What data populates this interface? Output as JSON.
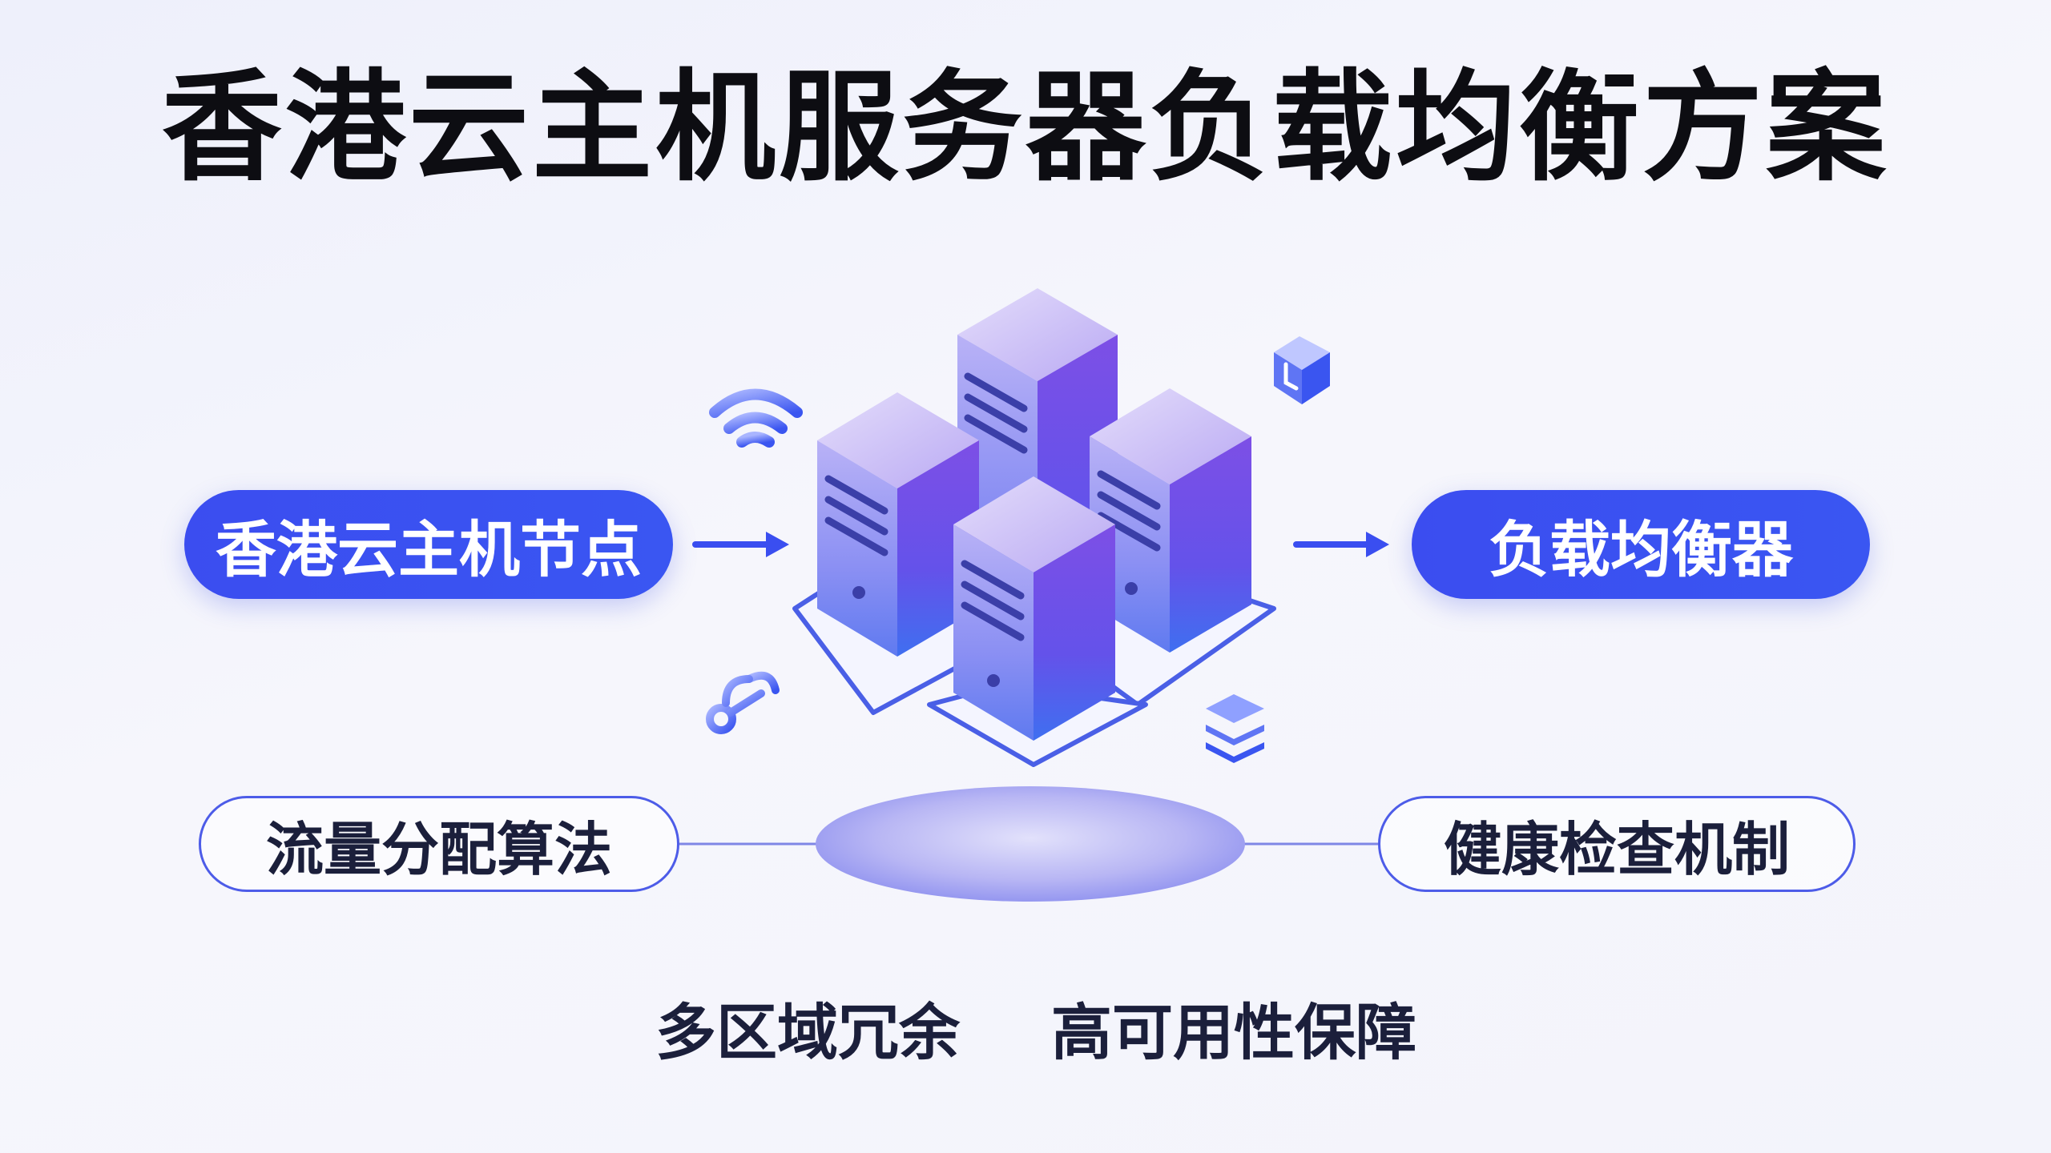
{
  "title": "香港云主机服务器负载均衡方案",
  "nodes": {
    "hk_node": "香港云主机节点",
    "load_balancer": "负载均衡器",
    "traffic_algorithm": "流量分配算法",
    "health_check": "健康检查机制"
  },
  "bottom": {
    "redundancy": "多区域冗余",
    "high_availability": "高可用性保障"
  },
  "icons": [
    "wifi-icon",
    "cube-icon",
    "stack-icon",
    "network-icon",
    "server-icon"
  ],
  "colors": {
    "accent": "#3b4df0",
    "server_top": "#c9b8f5",
    "server_left": "#8a7df2",
    "server_right": "#6a4fe8",
    "title_text": "#0d0d12"
  }
}
